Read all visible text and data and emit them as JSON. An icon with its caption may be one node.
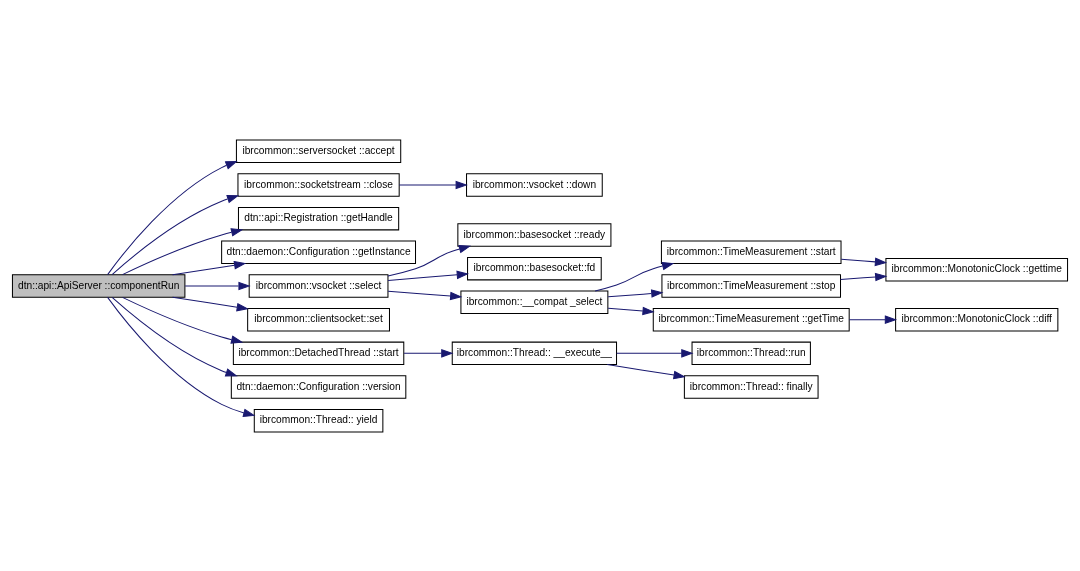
{
  "diagram": {
    "nodes": [
      {
        "text": [
          "dtn::api::ApiServer ::componentRun"
        ]
      },
      {
        "text": [
          "ibrcommon::serversocket ::accept"
        ]
      },
      {
        "text": [
          "ibrcommon::socketstream ::close"
        ]
      },
      {
        "text": [
          "ibrcommon::vsocket ::down"
        ]
      },
      {
        "text": [
          "dtn::api::Registration ::getHandle"
        ]
      },
      {
        "text": [
          "dtn::daemon::Configuration ::getInstance"
        ]
      },
      {
        "text": [
          "ibrcommon::vsocket ::select"
        ]
      },
      {
        "text": [
          "ibrcommon::basesocket ::ready"
        ]
      },
      {
        "text": [
          "ibrcommon::basesocket::fd"
        ]
      },
      {
        "text": [
          "ibrcommon::__compat _select"
        ]
      },
      {
        "text": [
          "ibrcommon::TimeMeasurement ::start"
        ]
      },
      {
        "text": [
          "ibrcommon::TimeMeasurement ::stop"
        ]
      },
      {
        "text": [
          "ibrcommon::TimeMeasurement ::getTime"
        ]
      },
      {
        "text": [
          "ibrcommon::MonotonicClock ::gettime"
        ]
      },
      {
        "text": [
          "ibrcommon::MonotonicClock ::diff"
        ]
      },
      {
        "text": [
          "ibrcommon::clientsocket::set"
        ]
      },
      {
        "text": [
          "ibrcommon::DetachedThread ::start"
        ]
      },
      {
        "text": [
          "ibrcommon::Thread:: __execute__"
        ]
      },
      {
        "text": [
          "ibrcommon::Thread::run"
        ]
      },
      {
        "text": [
          "ibrcommon::Thread:: finally"
        ]
      },
      {
        "text": [
          "dtn::daemon::Configuration ::version"
        ]
      },
      {
        "text": [
          "ibrcommon::Thread:: yield"
        ]
      }
    ],
    "edges": [
      {
        "from": 0,
        "to": 1,
        "arrow": "to"
      },
      {
        "from": 0,
        "to": 2,
        "arrow": "to"
      },
      {
        "from": 0,
        "to": 4,
        "arrow": "to"
      },
      {
        "from": 0,
        "to": 5,
        "arrow": "to"
      },
      {
        "from": 0,
        "to": 6,
        "arrow": "to"
      },
      {
        "from": 0,
        "to": 15,
        "arrow": "to"
      },
      {
        "from": 0,
        "to": 16,
        "arrow": "to"
      },
      {
        "from": 0,
        "to": 20,
        "arrow": "to"
      },
      {
        "from": 0,
        "to": 21,
        "arrow": "to"
      },
      {
        "from": 2,
        "to": 3,
        "arrow": "to"
      },
      {
        "from": 6,
        "to": 7,
        "arrow": "to"
      },
      {
        "from": 6,
        "to": 8,
        "arrow": "to"
      },
      {
        "from": 6,
        "to": 9,
        "arrow": "to"
      },
      {
        "from": 9,
        "to": 10,
        "arrow": "to"
      },
      {
        "from": 9,
        "to": 11,
        "arrow": "to"
      },
      {
        "from": 9,
        "to": 12,
        "arrow": "to"
      },
      {
        "from": 10,
        "to": 13,
        "arrow": "to"
      },
      {
        "from": 11,
        "to": 13,
        "arrow": "to"
      },
      {
        "from": 12,
        "to": 14,
        "arrow": "to"
      },
      {
        "from": 16,
        "to": 17,
        "arrow": "to"
      },
      {
        "from": 17,
        "to": 18,
        "arrow": "to"
      },
      {
        "from": 17,
        "to": 19,
        "arrow": "to"
      }
    ]
  }
}
